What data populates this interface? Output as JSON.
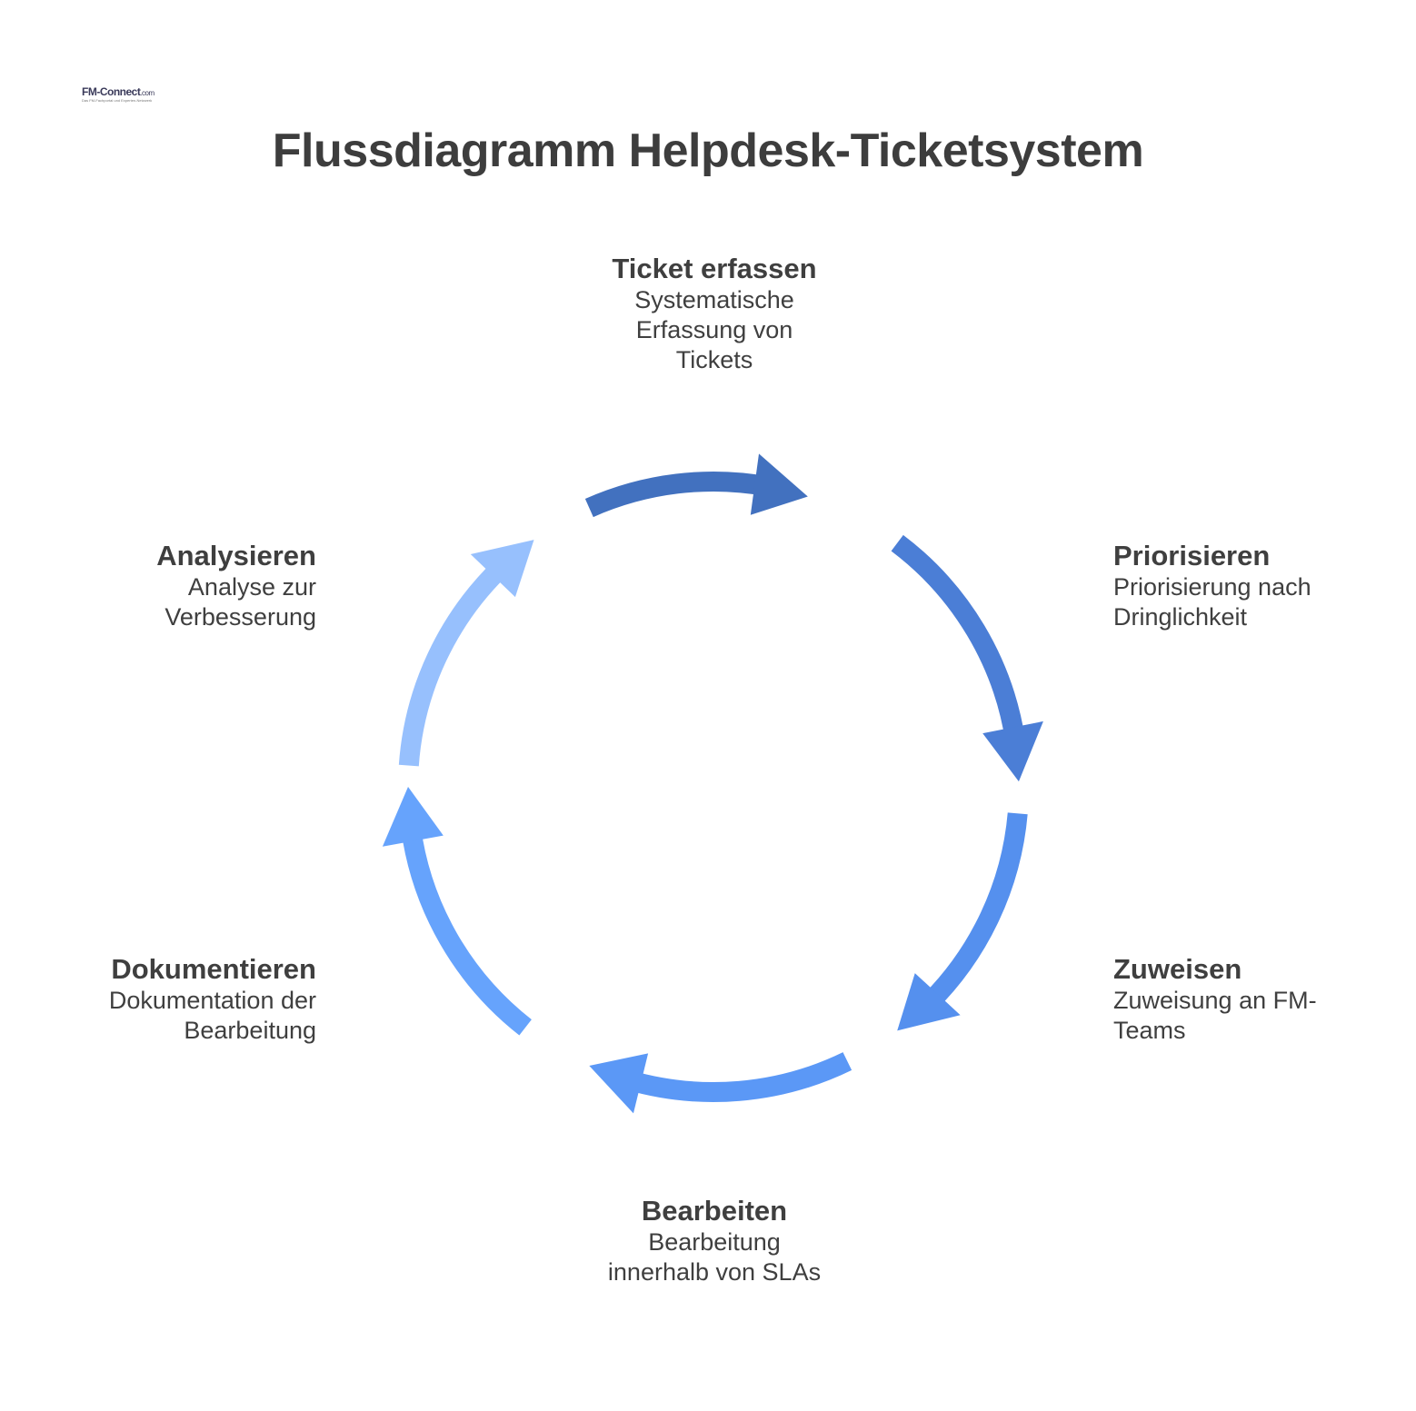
{
  "logo": {
    "brand": "FM-Connect",
    "suffix": ".com",
    "tagline": "Das FM-Fachportal und Experten-Netzwerk"
  },
  "title": "Flussdiagramm Helpdesk-Ticketsystem",
  "colors": {
    "arrow_capture": "#4271bf",
    "arrow_prioritize": "#4b7ed6",
    "arrow_assign": "#5590ee",
    "arrow_process": "#5b98f6",
    "arrow_document": "#66a3fc",
    "arrow_analyze": "#97c0fd",
    "text": "#3f3f3f",
    "background": "#ffffff"
  },
  "steps": [
    {
      "id": "capture",
      "title": "Ticket erfassen",
      "desc": [
        "Systematische",
        "Erfassung von",
        "Tickets"
      ]
    },
    {
      "id": "prioritize",
      "title": "Priorisieren",
      "desc": [
        "Priorisierung nach",
        "Dringlichkeit"
      ]
    },
    {
      "id": "assign",
      "title": "Zuweisen",
      "desc": [
        "Zuweisung an FM-",
        "Teams"
      ]
    },
    {
      "id": "process",
      "title": "Bearbeiten",
      "desc": [
        "Bearbeitung",
        "innerhalb von SLAs"
      ]
    },
    {
      "id": "document",
      "title": "Dokumentieren",
      "desc": [
        "Dokumentation der",
        "Bearbeitung"
      ]
    },
    {
      "id": "analyze",
      "title": "Analysieren",
      "desc": [
        "Analyse zur",
        "Verbesserung"
      ]
    }
  ]
}
